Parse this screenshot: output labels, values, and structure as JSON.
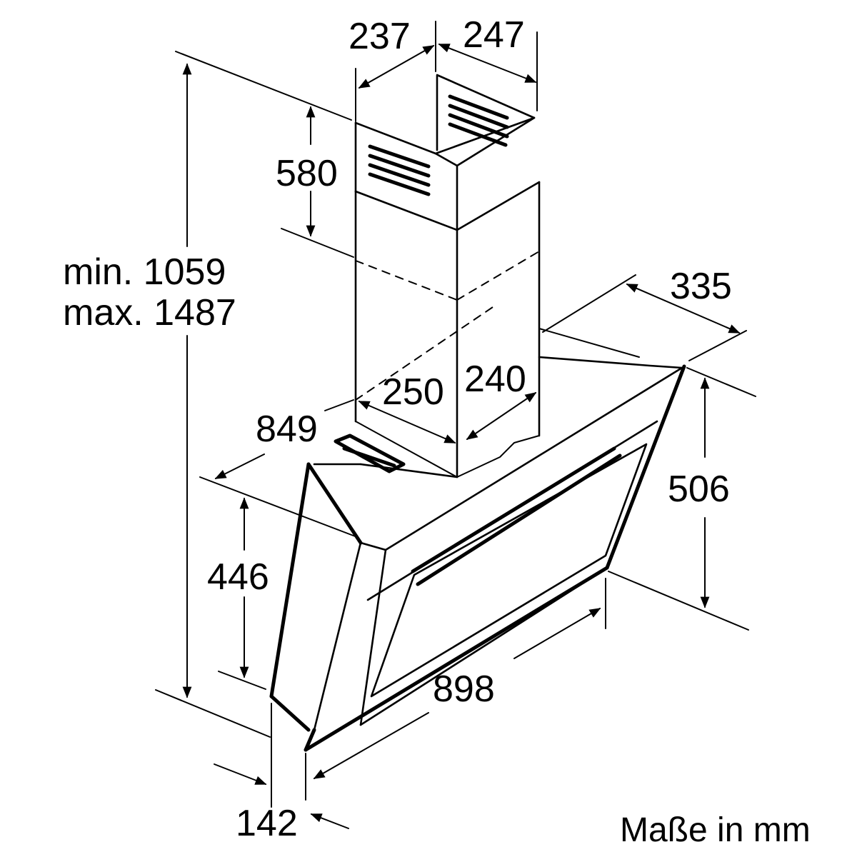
{
  "colors": {
    "line": "#000000",
    "background": "#ffffff"
  },
  "dimensions": {
    "chimney_width_top": "237",
    "chimney_depth_top": "247",
    "chimney_upper_height": "580",
    "total_height_min": "min. 1059",
    "total_height_max": "max. 1487",
    "canopy_depth": "335",
    "chimney_width_lower": "250",
    "chimney_depth_lower": "240",
    "depth_overall": "849",
    "canopy_height": "506",
    "side_height": "446",
    "width": "898",
    "bottom_depth": "142"
  },
  "note": "Maße in mm"
}
